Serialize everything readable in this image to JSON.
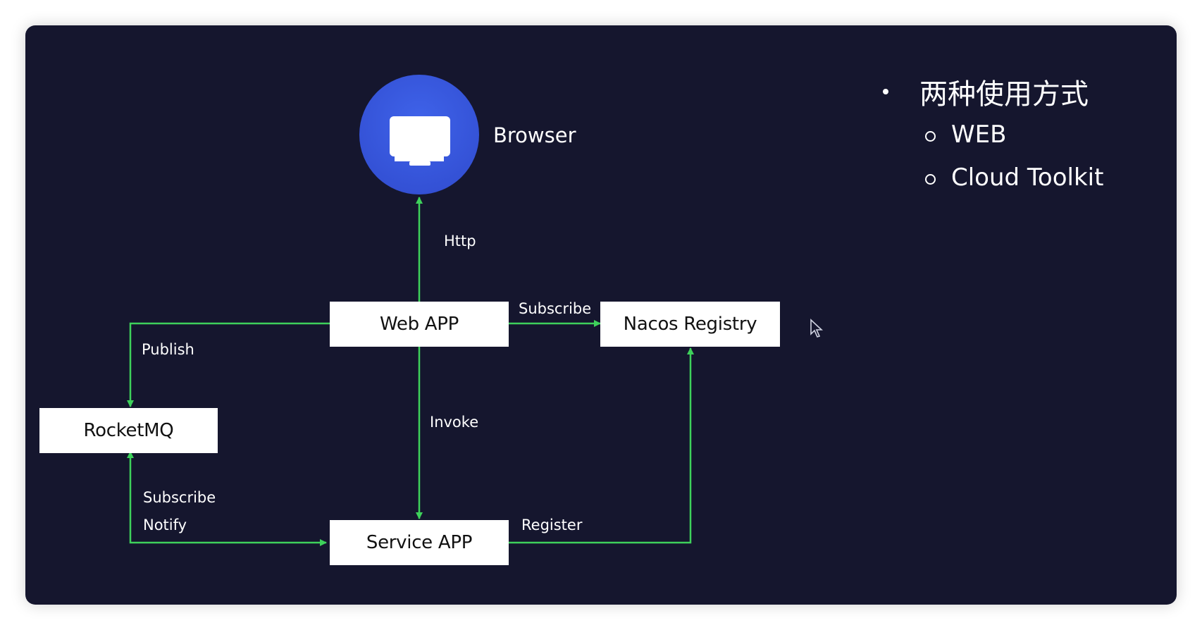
{
  "nodes": {
    "browser": "Browser",
    "web_app": "Web APP",
    "nacos": "Nacos Registry",
    "rocketmq": "RocketMQ",
    "service_app": "Service APP"
  },
  "edges": {
    "http": "Http",
    "subscribe": "Subscribe",
    "publish": "Publish",
    "invoke": "Invoke",
    "subscribe_notify_1": "Subscribe",
    "subscribe_notify_2": "Notify",
    "register": "Register"
  },
  "bullets": {
    "title": "两种使用方式",
    "items": [
      "WEB",
      "Cloud Toolkit"
    ]
  },
  "colors": {
    "background": "#15162e",
    "arrow": "#3ed15b",
    "browser_circle": "#3a5ce0",
    "box": "#ffffff"
  }
}
